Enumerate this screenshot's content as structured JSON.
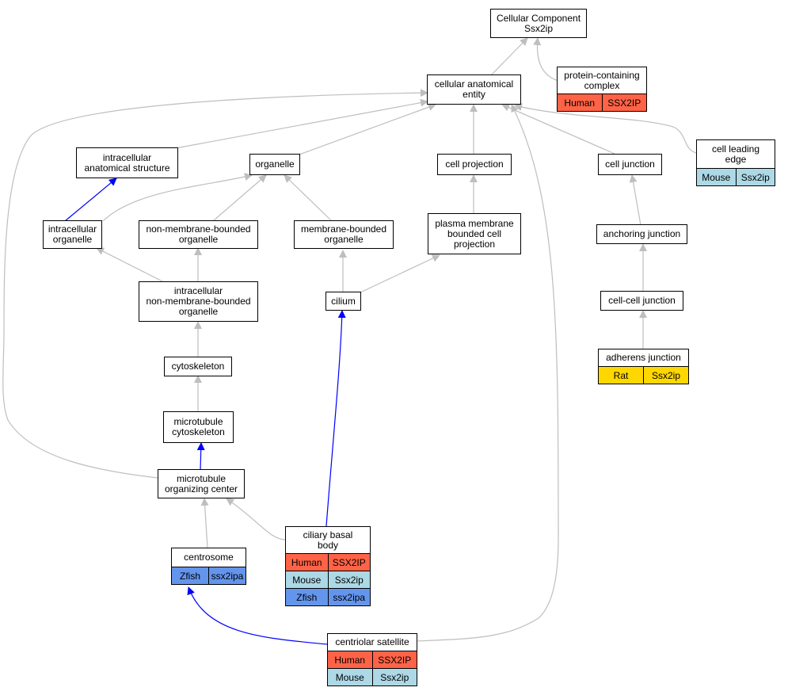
{
  "colors": {
    "Human": "#ff6347",
    "Mouse": "#add8e6",
    "Rat": "#ffd700",
    "Zfish": "#6495ed",
    "edge_gray": "#bebebe",
    "edge_blue": "#0000ff"
  },
  "nodes": {
    "cellular_component": {
      "title": "Cellular Component\nSsx2ip",
      "rows": []
    },
    "protein_containing_complex": {
      "title": "protein-containing\ncomplex",
      "rows": [
        [
          "Human",
          "SSX2IP"
        ]
      ]
    },
    "cellular_anatomical_entity": {
      "title": "cellular anatomical\nentity",
      "rows": []
    },
    "cell_leading_edge": {
      "title": "cell leading\nedge",
      "rows": [
        [
          "Mouse",
          "Ssx2ip"
        ]
      ]
    },
    "intracellular_anatomical_structure": {
      "title": "intracellular\nanatomical structure",
      "rows": []
    },
    "organelle": {
      "title": "organelle",
      "rows": []
    },
    "cell_projection": {
      "title": "cell projection",
      "rows": []
    },
    "cell_junction": {
      "title": "cell junction",
      "rows": []
    },
    "intracellular_organelle": {
      "title": "intracellular\norganelle",
      "rows": []
    },
    "non_membrane_bounded_organelle": {
      "title": "non-membrane-bounded\norganelle",
      "rows": []
    },
    "membrane_bounded_organelle": {
      "title": "membrane-bounded\norganelle",
      "rows": []
    },
    "plasma_membrane_bounded_cell_projection": {
      "title": "plasma membrane\nbounded cell\nprojection",
      "rows": []
    },
    "anchoring_junction": {
      "title": "anchoring junction",
      "rows": []
    },
    "intracellular_nmbo": {
      "title": "intracellular\nnon-membrane-bounded\norganelle",
      "rows": []
    },
    "cilium": {
      "title": "cilium",
      "rows": []
    },
    "cell_cell_junction": {
      "title": "cell-cell junction",
      "rows": []
    },
    "cytoskeleton": {
      "title": "cytoskeleton",
      "rows": []
    },
    "adherens_junction": {
      "title": "adherens junction",
      "rows": [
        [
          "Rat",
          "Ssx2ip"
        ]
      ]
    },
    "microtubule_cytoskeleton": {
      "title": "microtubule\ncytoskeleton",
      "rows": []
    },
    "microtubule_organizing_center": {
      "title": "microtubule\norganizing center",
      "rows": []
    },
    "ciliary_basal_body": {
      "title": "ciliary basal\nbody",
      "rows": [
        [
          "Human",
          "SSX2IP"
        ],
        [
          "Mouse",
          "Ssx2ip"
        ],
        [
          "Zfish",
          "ssx2ipa"
        ]
      ]
    },
    "centrosome": {
      "title": "centrosome",
      "rows": [
        [
          "Zfish",
          "ssx2ipa"
        ]
      ]
    },
    "centriolar_satellite": {
      "title": "centriolar satellite",
      "rows": [
        [
          "Human",
          "SSX2IP"
        ],
        [
          "Mouse",
          "Ssx2ip"
        ]
      ]
    }
  }
}
